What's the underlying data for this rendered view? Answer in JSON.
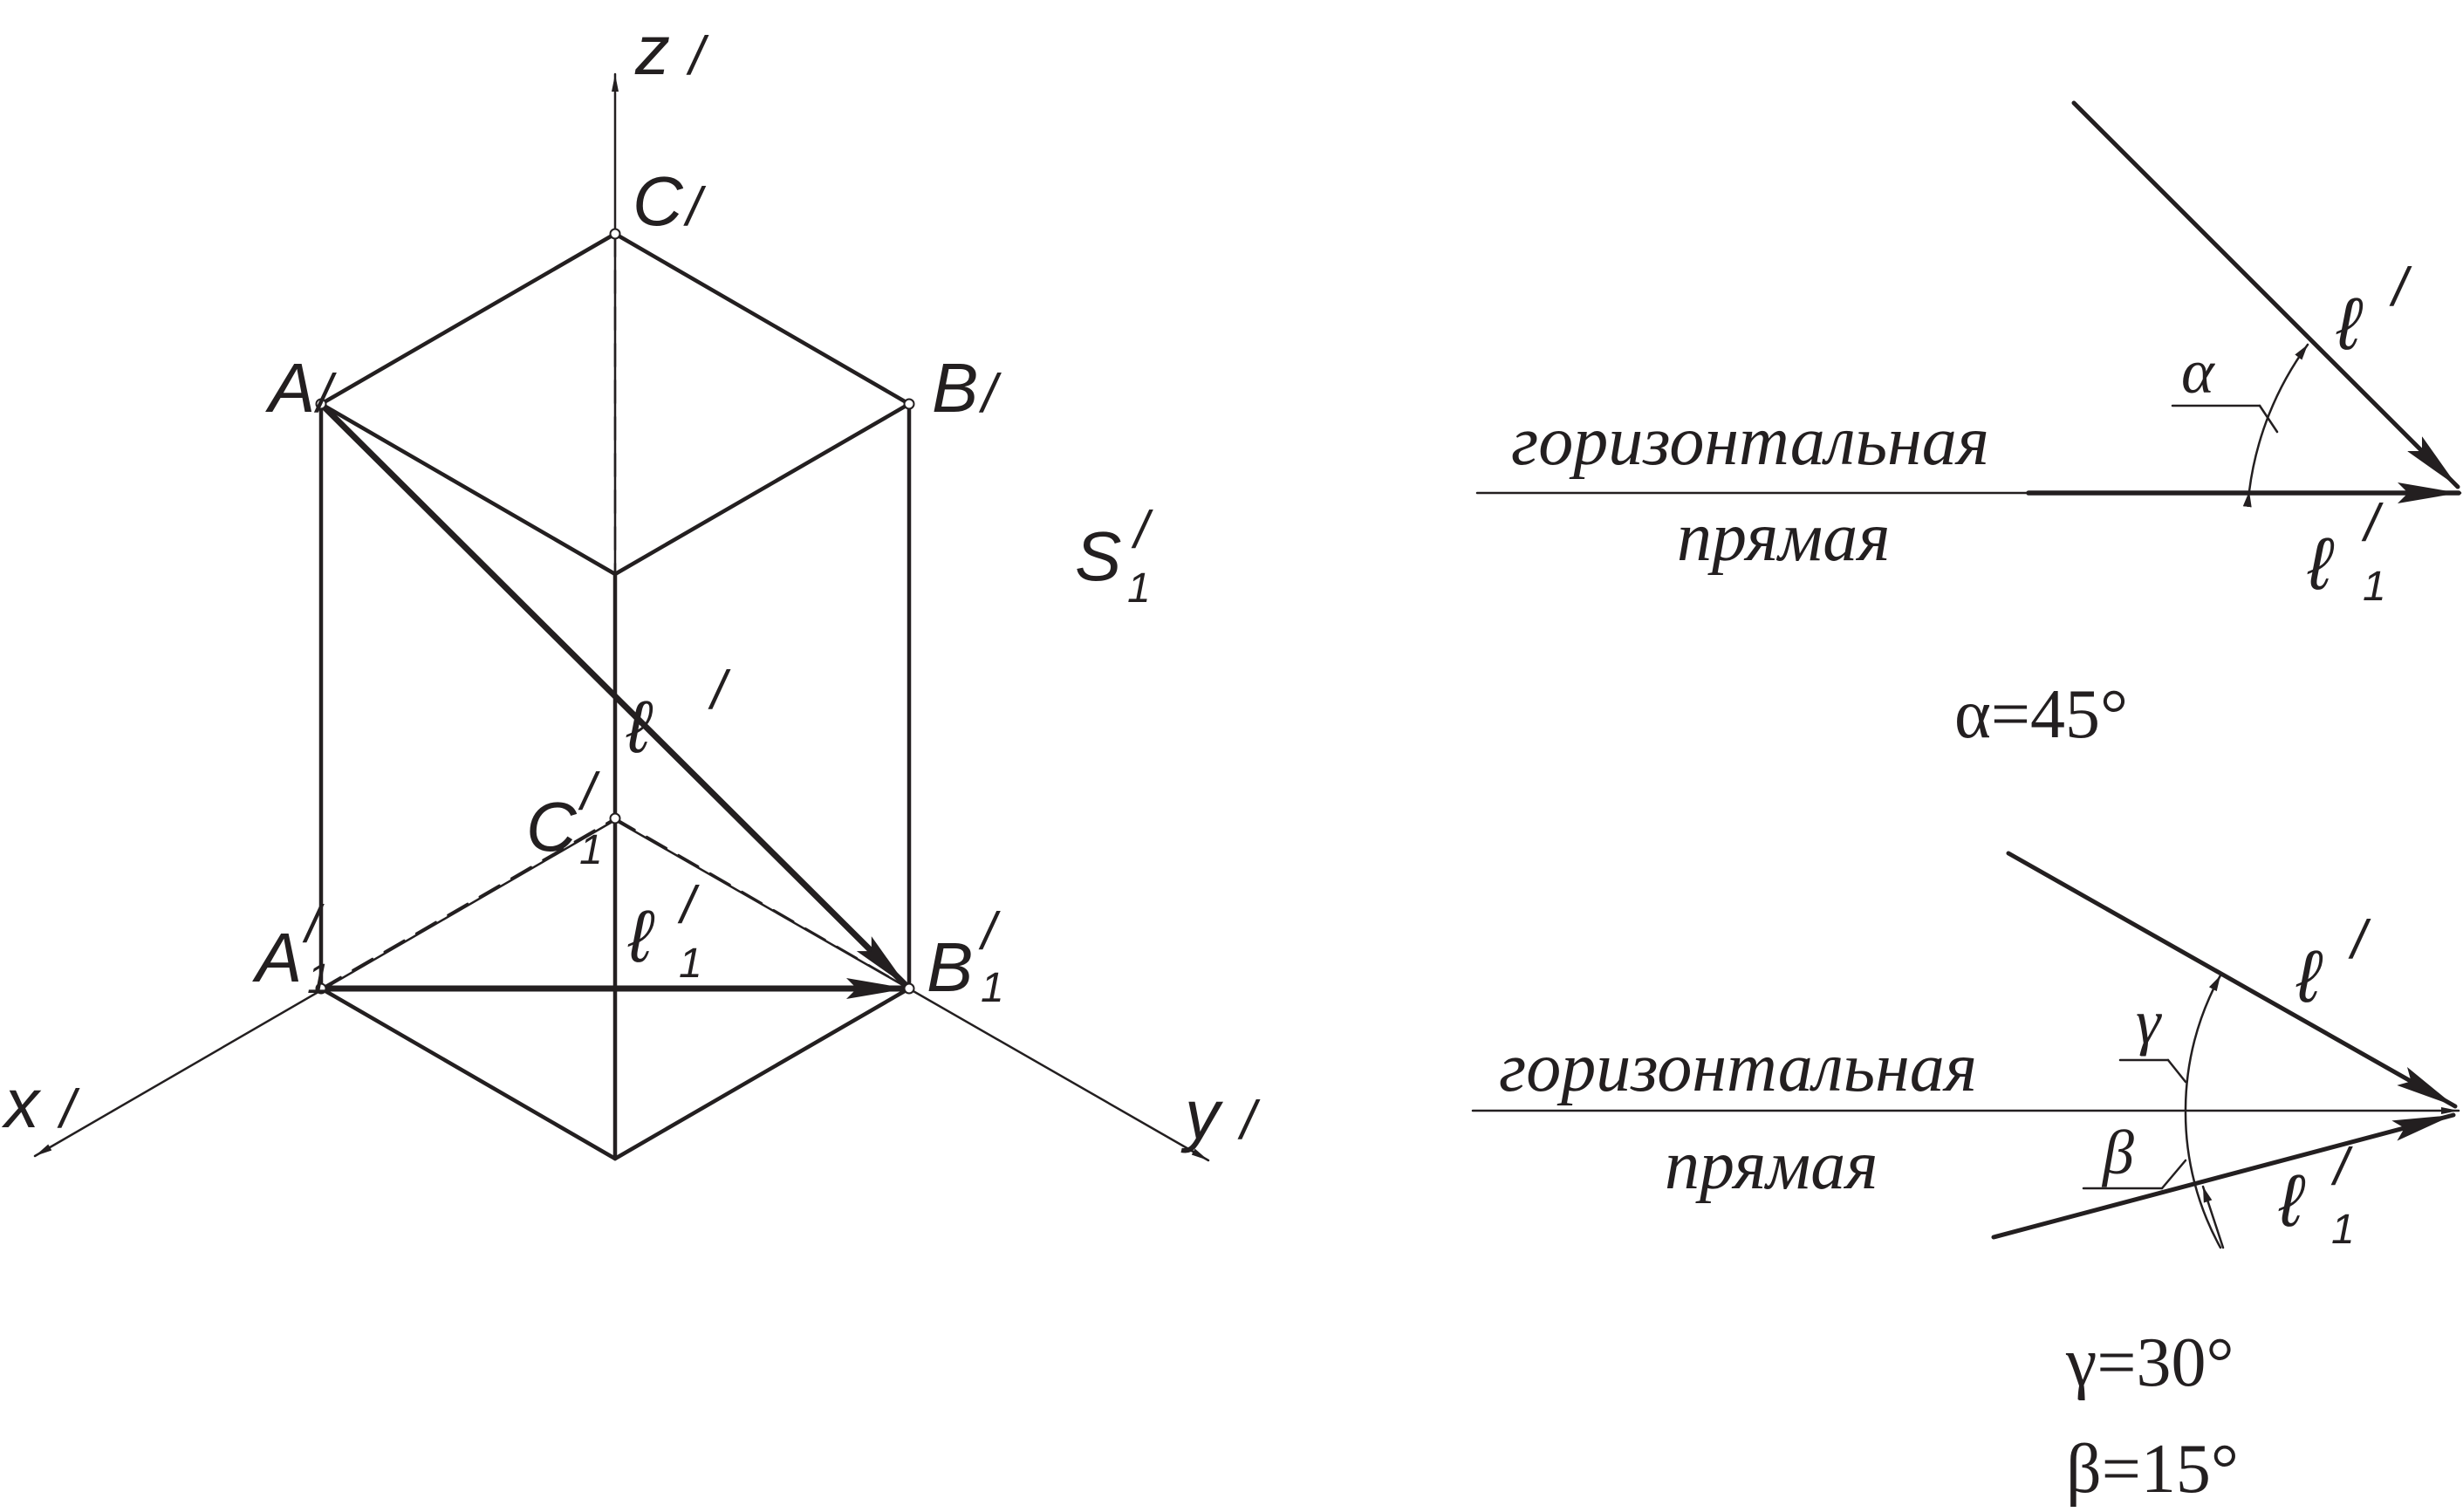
{
  "left_figure": {
    "axes": {
      "x": "x",
      "y": "y",
      "z": "z",
      "prime": "/"
    },
    "points": {
      "A": "A",
      "B": "B",
      "C": "C",
      "A1": "A",
      "B1": "B",
      "C1": "C",
      "prime": "/",
      "sub": "1"
    },
    "plane_label": "S",
    "plane_sub": "1",
    "plane_prime": "/",
    "line_l": "ℓ",
    "line_l1": "ℓ",
    "line_prime": "/",
    "line_sub": "1"
  },
  "right_top": {
    "horizontal_label_1": "горизонтальная",
    "horizontal_label_2": "прямая",
    "line_l": "ℓ",
    "line_l1": "ℓ",
    "prime": "/",
    "sub": "1",
    "angle_symbol": "α",
    "angle_value": "α=45°"
  },
  "right_bottom": {
    "horizontal_label_1": "горизонтальная",
    "horizontal_label_2": "прямая",
    "line_l": "ℓ",
    "line_l1": "ℓ",
    "prime": "/",
    "sub": "1",
    "angle_gamma_symbol": "γ",
    "angle_beta_symbol": "β",
    "angle_gamma_value": "γ=30°",
    "angle_beta_value": "β=15°"
  }
}
